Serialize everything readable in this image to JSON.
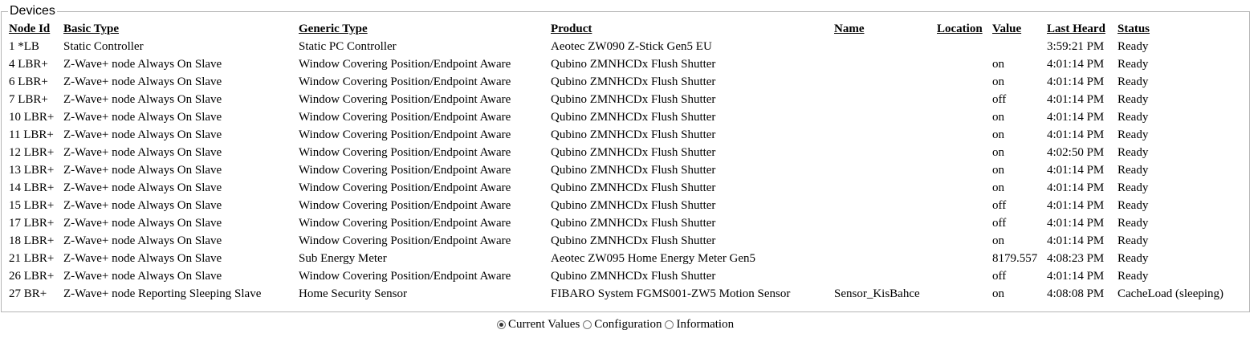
{
  "legend": "Devices",
  "columns": [
    "Node Id",
    "Basic Type",
    "Generic Type",
    "Product",
    "Name",
    "Location",
    "Value",
    "Last Heard",
    "Status"
  ],
  "rows": [
    [
      "1 *LB",
      "Static Controller",
      "Static PC Controller",
      "Aeotec ZW090 Z-Stick Gen5 EU",
      "",
      "",
      "",
      "3:59:21 PM",
      "Ready"
    ],
    [
      "4 LBR+",
      "Z-Wave+ node Always On Slave",
      "Window Covering Position/Endpoint Aware",
      "Qubino ZMNHCDx Flush Shutter",
      "",
      "",
      "on",
      "4:01:14 PM",
      "Ready"
    ],
    [
      "6 LBR+",
      "Z-Wave+ node Always On Slave",
      "Window Covering Position/Endpoint Aware",
      "Qubino ZMNHCDx Flush Shutter",
      "",
      "",
      "on",
      "4:01:14 PM",
      "Ready"
    ],
    [
      "7 LBR+",
      "Z-Wave+ node Always On Slave",
      "Window Covering Position/Endpoint Aware",
      "Qubino ZMNHCDx Flush Shutter",
      "",
      "",
      "off",
      "4:01:14 PM",
      "Ready"
    ],
    [
      "10 LBR+",
      "Z-Wave+ node Always On Slave",
      "Window Covering Position/Endpoint Aware",
      "Qubino ZMNHCDx Flush Shutter",
      "",
      "",
      "on",
      "4:01:14 PM",
      "Ready"
    ],
    [
      "11 LBR+",
      "Z-Wave+ node Always On Slave",
      "Window Covering Position/Endpoint Aware",
      "Qubino ZMNHCDx Flush Shutter",
      "",
      "",
      "on",
      "4:01:14 PM",
      "Ready"
    ],
    [
      "12 LBR+",
      "Z-Wave+ node Always On Slave",
      "Window Covering Position/Endpoint Aware",
      "Qubino ZMNHCDx Flush Shutter",
      "",
      "",
      "on",
      "4:02:50 PM",
      "Ready"
    ],
    [
      "13 LBR+",
      "Z-Wave+ node Always On Slave",
      "Window Covering Position/Endpoint Aware",
      "Qubino ZMNHCDx Flush Shutter",
      "",
      "",
      "on",
      "4:01:14 PM",
      "Ready"
    ],
    [
      "14 LBR+",
      "Z-Wave+ node Always On Slave",
      "Window Covering Position/Endpoint Aware",
      "Qubino ZMNHCDx Flush Shutter",
      "",
      "",
      "on",
      "4:01:14 PM",
      "Ready"
    ],
    [
      "15 LBR+",
      "Z-Wave+ node Always On Slave",
      "Window Covering Position/Endpoint Aware",
      "Qubino ZMNHCDx Flush Shutter",
      "",
      "",
      "off",
      "4:01:14 PM",
      "Ready"
    ],
    [
      "17 LBR+",
      "Z-Wave+ node Always On Slave",
      "Window Covering Position/Endpoint Aware",
      "Qubino ZMNHCDx Flush Shutter",
      "",
      "",
      "off",
      "4:01:14 PM",
      "Ready"
    ],
    [
      "18 LBR+",
      "Z-Wave+ node Always On Slave",
      "Window Covering Position/Endpoint Aware",
      "Qubino ZMNHCDx Flush Shutter",
      "",
      "",
      "on",
      "4:01:14 PM",
      "Ready"
    ],
    [
      "21 LBR+",
      "Z-Wave+ node Always On Slave",
      "Sub Energy Meter",
      "Aeotec ZW095 Home Energy Meter Gen5",
      "",
      "",
      "8179.557",
      "4:08:23 PM",
      "Ready"
    ],
    [
      "26 LBR+",
      "Z-Wave+ node Always On Slave",
      "Window Covering Position/Endpoint Aware",
      "Qubino ZMNHCDx Flush Shutter",
      "",
      "",
      "off",
      "4:01:14 PM",
      "Ready"
    ],
    [
      "27 BR+",
      "Z-Wave+ node Reporting Sleeping Slave",
      "Home Security Sensor",
      "FIBARO System FGMS001-ZW5 Motion Sensor",
      "Sensor_KisBahce",
      "",
      "on",
      "4:08:08 PM",
      "CacheLoad (sleeping)"
    ]
  ],
  "view_options": [
    {
      "label": "Current Values",
      "checked": true
    },
    {
      "label": "Configuration",
      "checked": false
    },
    {
      "label": "Information",
      "checked": false
    }
  ]
}
